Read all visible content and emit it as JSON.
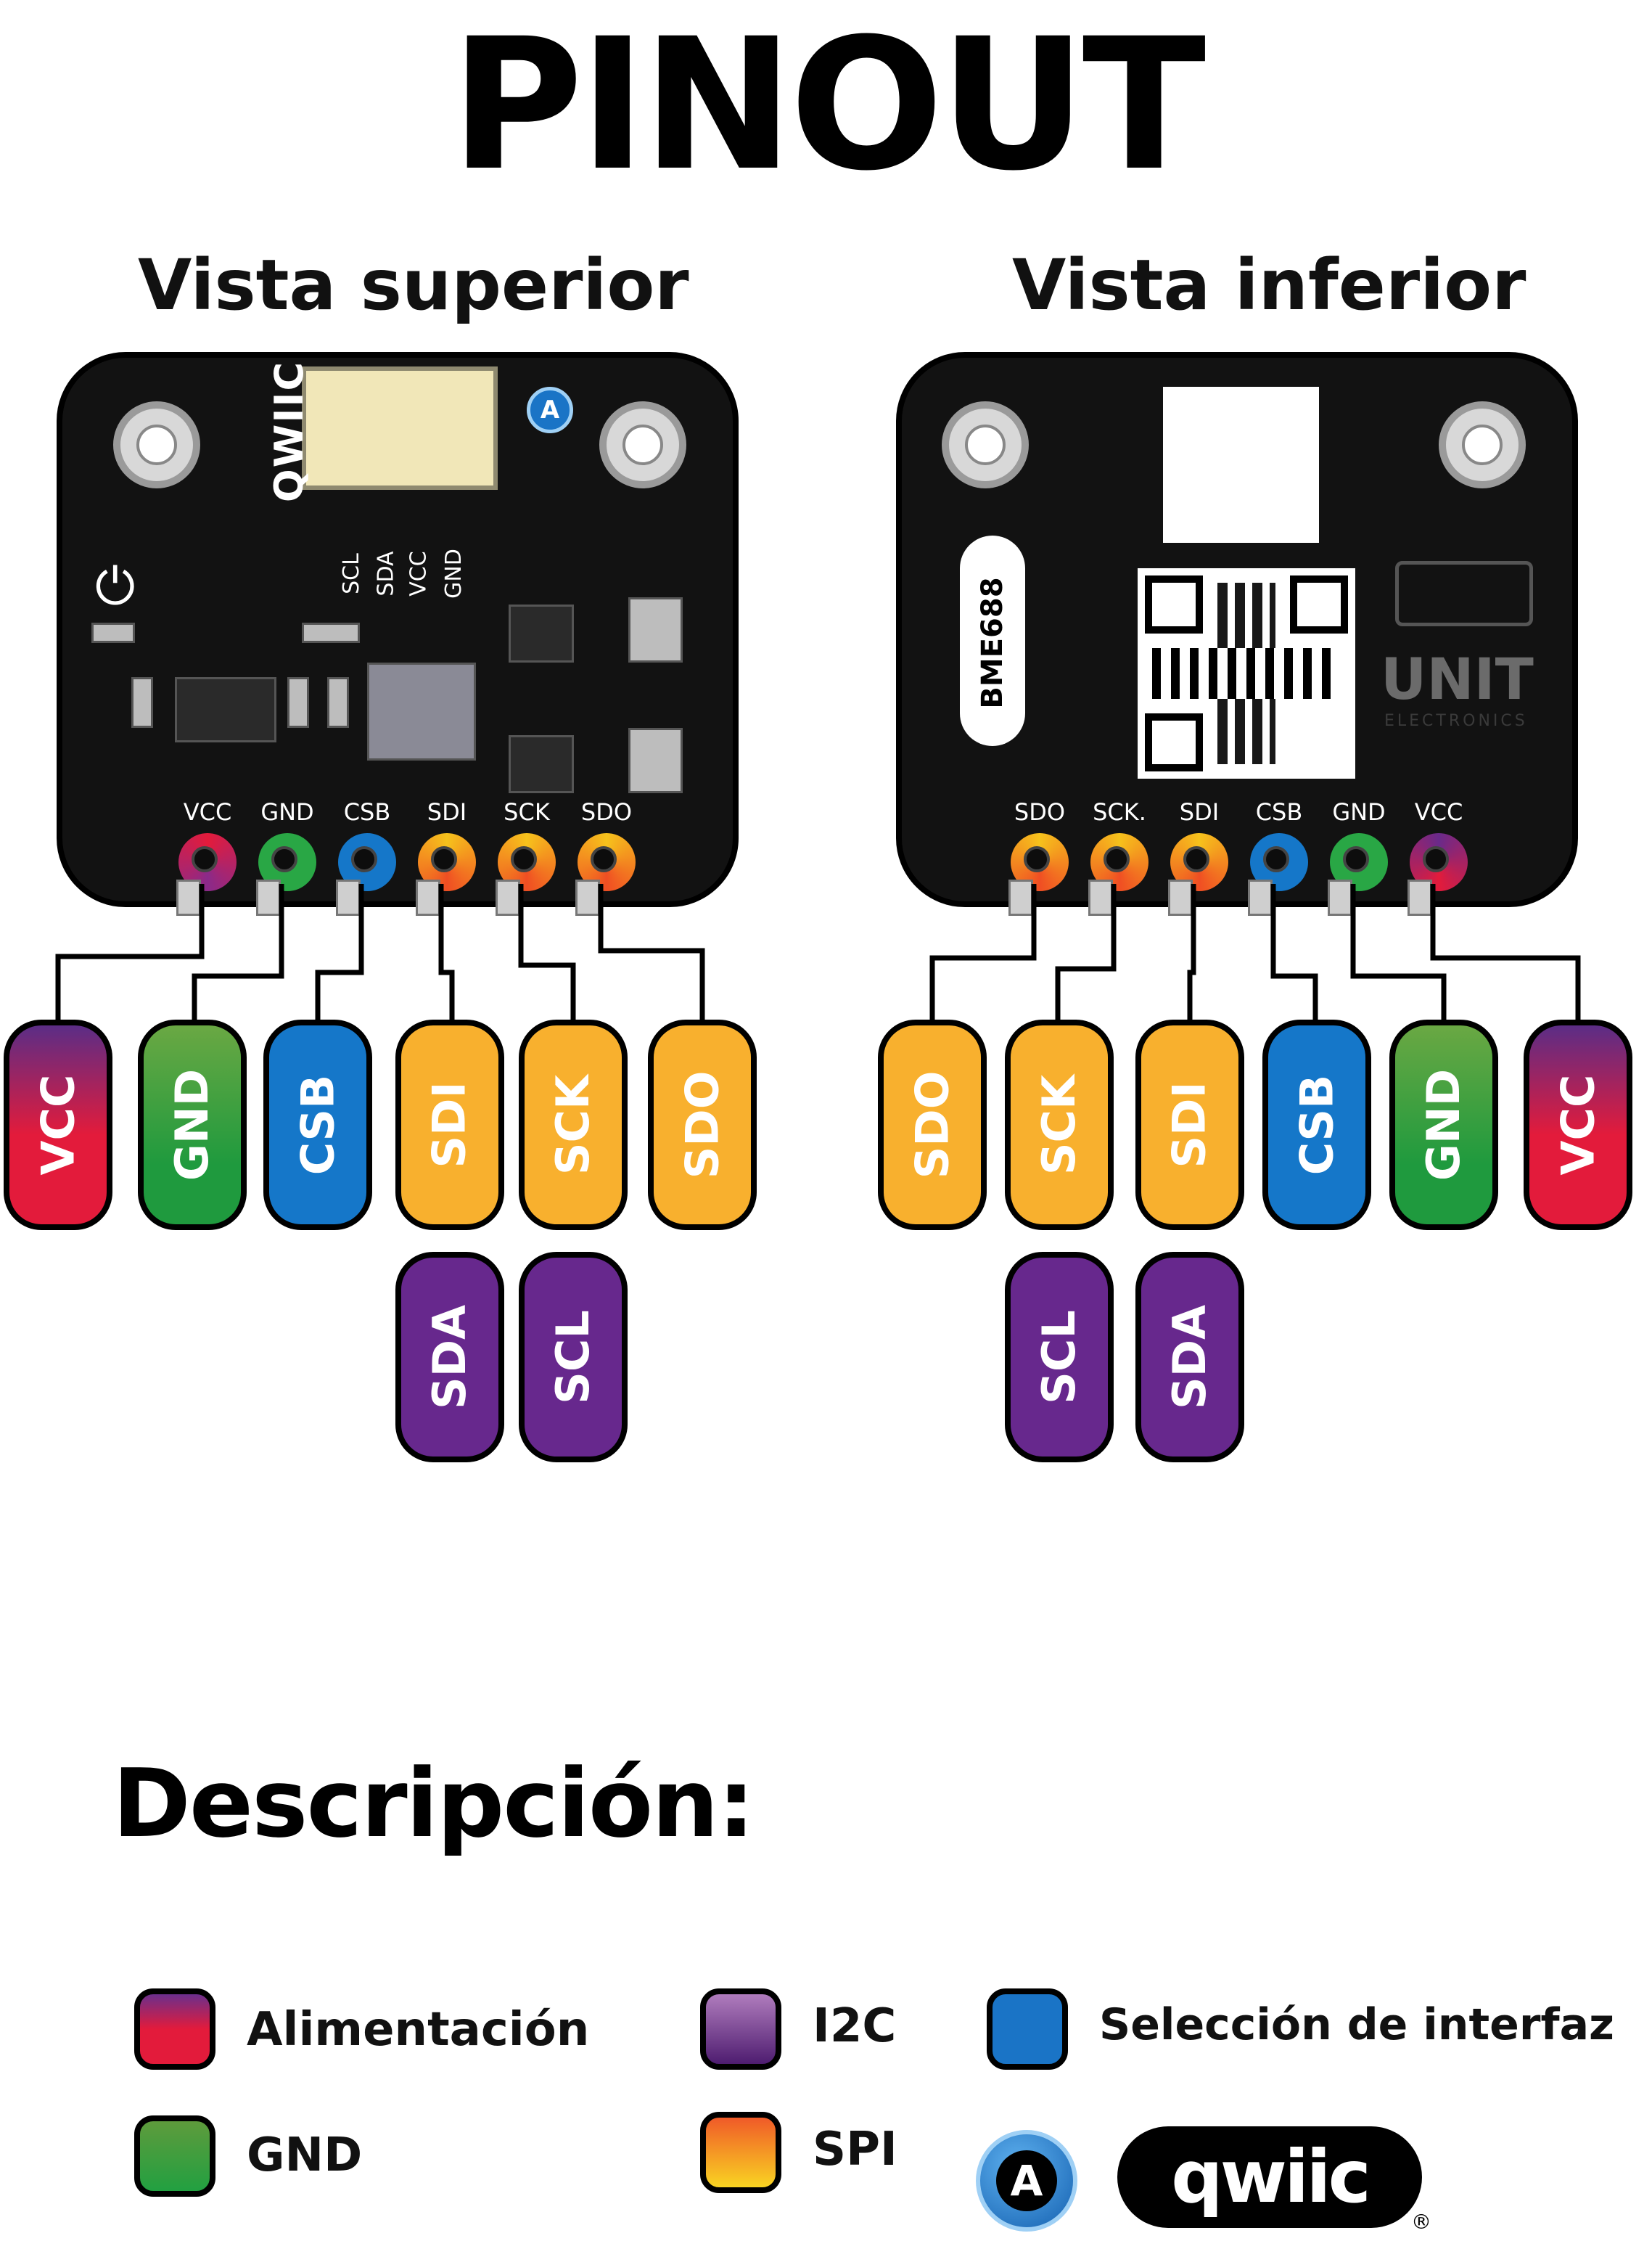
{
  "title": "PINOUT",
  "top_view": {
    "title": "Vista superior",
    "qwiic_label": "QWIIC",
    "connector_pins": [
      "SCL",
      "SDA",
      "VCC",
      "GND"
    ],
    "qwiic_badge": "A",
    "pins": [
      "VCC",
      "GND",
      "CSB",
      "SDI",
      "SCK",
      "SDO"
    ],
    "pills": [
      "VCC",
      "GND",
      "CSB",
      "SDI",
      "SCK",
      "SDO"
    ],
    "alt_pills": [
      "SDA",
      "SCL"
    ]
  },
  "bottom_view": {
    "title": "Vista inferior",
    "chip_label": "BME688",
    "brand": "UNIT",
    "brand_sub": "ELECTRONICS",
    "pins": [
      "SDO",
      "SCK.",
      "SDI",
      "CSB",
      "GND",
      "VCC"
    ],
    "pills": [
      "SDO",
      "SCK",
      "SDI",
      "CSB",
      "GND",
      "VCC"
    ],
    "alt_pills": [
      "SCL",
      "SDA"
    ]
  },
  "legend": {
    "title": "Descripción:",
    "items": {
      "power": "Alimentación",
      "gnd": "GND",
      "i2c": "I2C",
      "spi": "SPI",
      "select": "Selección de interfaz"
    },
    "qwiic_badge": "A",
    "qwiic_logo": "qwiic",
    "registered": "®"
  },
  "colors": {
    "power": "#e31b3b",
    "gnd": "#22a041",
    "csb": "#1577c9",
    "spi": "#f8b02e",
    "i2c": "#67288d"
  }
}
